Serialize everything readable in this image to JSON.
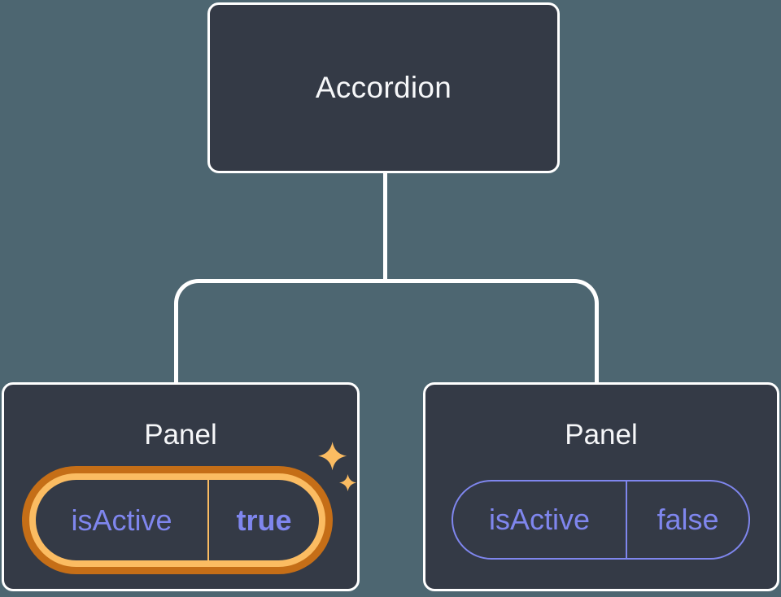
{
  "diagram": {
    "root": {
      "label": "Accordion"
    },
    "children": [
      {
        "label": "Panel",
        "state": {
          "name": "isActive",
          "value": "true"
        },
        "highlighted": true,
        "decoration": "sparkles"
      },
      {
        "label": "Panel",
        "state": {
          "name": "isActive",
          "value": "false"
        },
        "highlighted": false
      }
    ]
  },
  "colors": {
    "background": "#4d6671",
    "node_fill": "#343a46",
    "node_border": "#ffffff",
    "title_text": "#f6f7f9",
    "state_text": "#7f86ee",
    "state_value_bold": "#8389f0",
    "highlight_outer": "#c56e17",
    "highlight_inner": "#fbbc62",
    "sparkle": "#fbbc62"
  }
}
